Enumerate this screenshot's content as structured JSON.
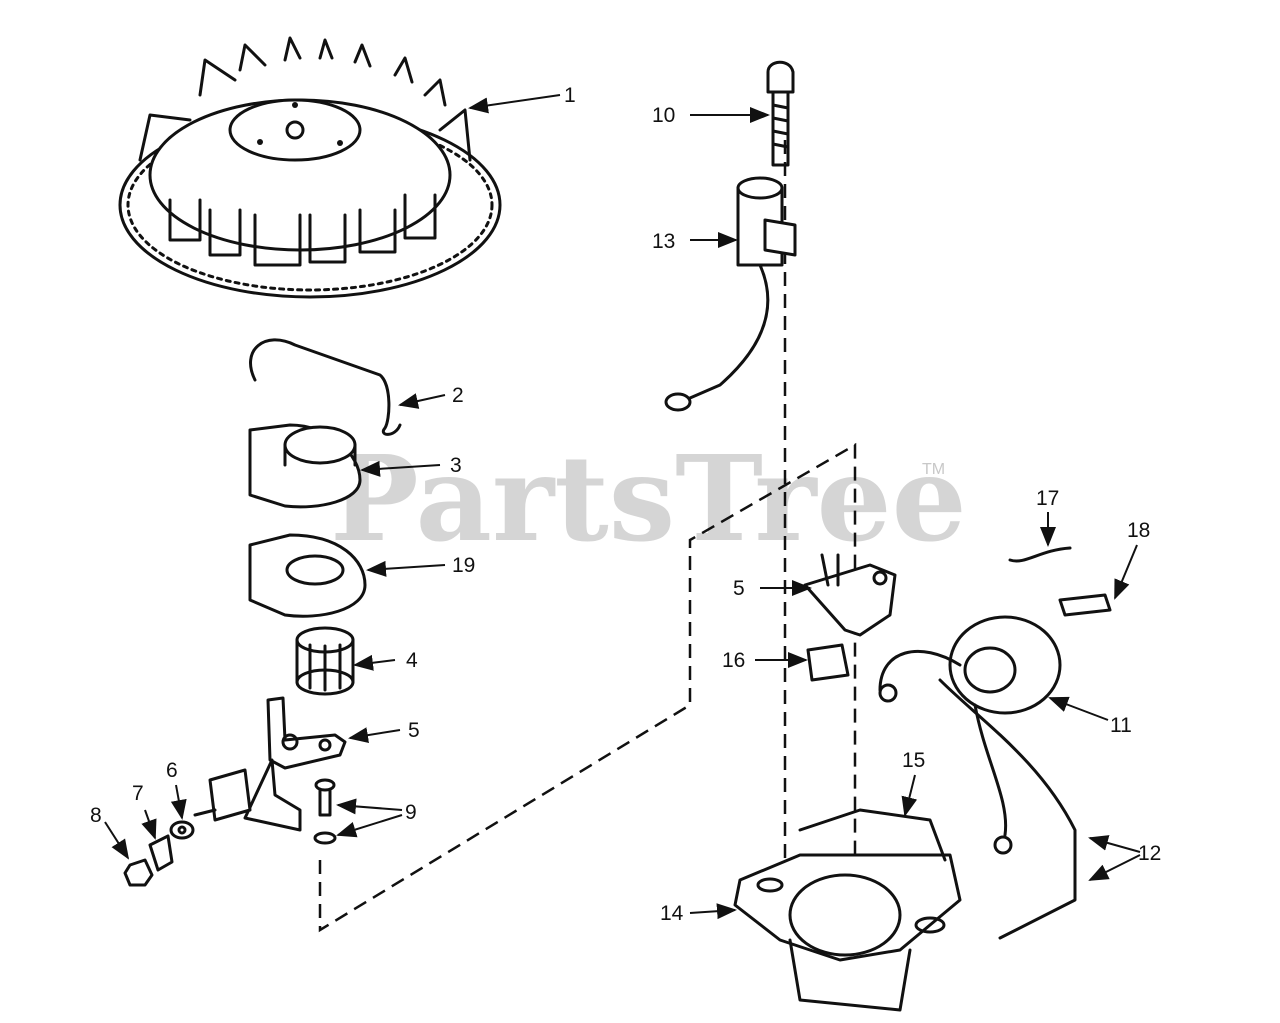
{
  "watermark": {
    "brand": "PartsTree",
    "trademark": "TM"
  },
  "callouts": [
    {
      "id": "c1",
      "label": "1"
    },
    {
      "id": "c2",
      "label": "2"
    },
    {
      "id": "c3",
      "label": "3"
    },
    {
      "id": "c19",
      "label": "19"
    },
    {
      "id": "c4",
      "label": "4"
    },
    {
      "id": "c5a",
      "label": "5"
    },
    {
      "id": "c6",
      "label": "6"
    },
    {
      "id": "c7",
      "label": "7"
    },
    {
      "id": "c8",
      "label": "8"
    },
    {
      "id": "c9",
      "label": "9"
    },
    {
      "id": "c10",
      "label": "10"
    },
    {
      "id": "c13",
      "label": "13"
    },
    {
      "id": "c5b",
      "label": "5"
    },
    {
      "id": "c16",
      "label": "16"
    },
    {
      "id": "c17",
      "label": "17"
    },
    {
      "id": "c18",
      "label": "18"
    },
    {
      "id": "c11",
      "label": "11"
    },
    {
      "id": "c15",
      "label": "15"
    },
    {
      "id": "c12",
      "label": "12"
    },
    {
      "id": "c14",
      "label": "14"
    }
  ]
}
